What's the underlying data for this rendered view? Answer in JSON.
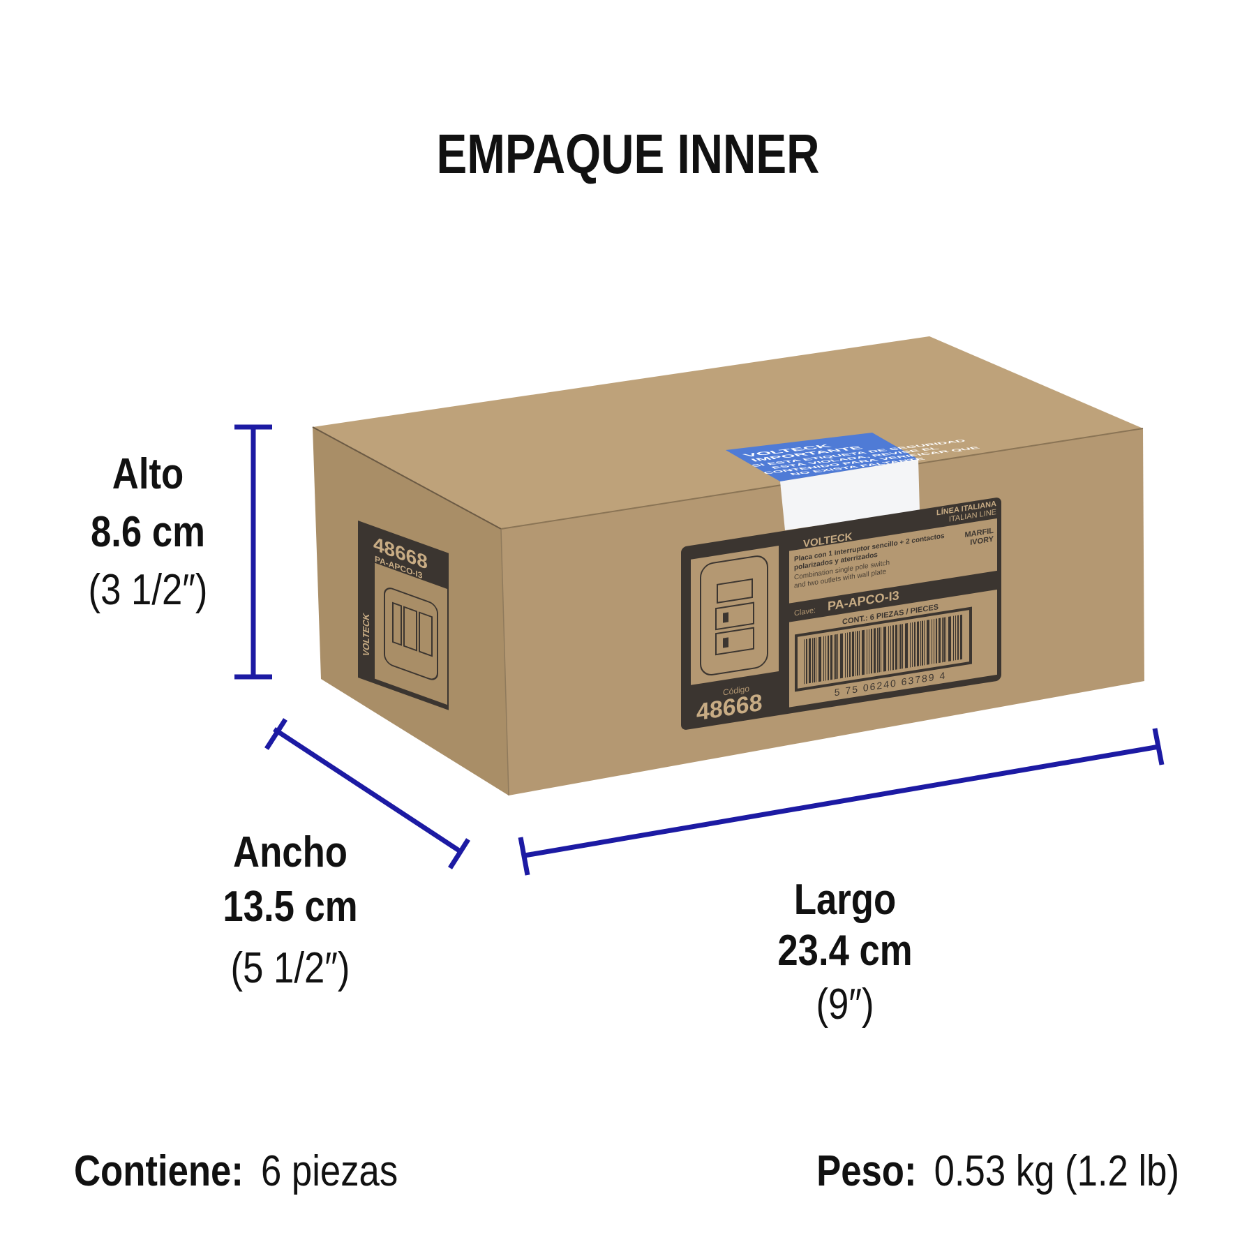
{
  "title": "EMPAQUE INNER",
  "colors": {
    "dimension_line": "#1c1aa3",
    "cardboard_front": "#b69a72",
    "cardboard_top": "#bea27a",
    "cardboard_side": "#a88d66",
    "print_dark": "#3b3530",
    "sticker_blue": "#4f7bd6"
  },
  "dimensions": {
    "alto": {
      "label": "Alto",
      "metric": "8.6 cm",
      "imperial": "(3 1/2″)"
    },
    "ancho": {
      "label": "Ancho",
      "metric": "13.5 cm",
      "imperial": "(5 1/2″)"
    },
    "largo": {
      "label": "Largo",
      "metric": "23.4 cm",
      "imperial": "(9″)"
    }
  },
  "footer": {
    "contents_label": "Contiene:",
    "contents_value": "6 piezas",
    "weight_label": "Peso:",
    "weight_value": "0.53 kg (1.2 lb)"
  },
  "box_label": {
    "brand": "VOLTECK",
    "line_es": "LÍNEA ITALIANA",
    "line_en": "ITALIAN LINE",
    "desc_es_1": "Placa con 1 interruptor sencillo + 2 contactos",
    "desc_es_2": "polarizados y aterrizados",
    "desc_en_1": "Combination single pole switch",
    "desc_en_2": "and two outlets with wall plate",
    "color_es": "MARFIL",
    "color_en": "IVORY",
    "clave_label": "Clave:",
    "clave_value": "PA-APCO-I3",
    "contents": "CONT.: 6 PIEZAS / PIECES",
    "barcode_digits": "5 75 06240 63789 4",
    "codigo_label": "Código",
    "codigo_value": "48668"
  },
  "side_label": {
    "code": "48668",
    "model": "PA-APCO-I3",
    "brand": "VOLTECK"
  },
  "sticker": {
    "brand": "VOLTECK",
    "heading": "IMPORTANTE",
    "line1": "SI ESTA ETIQUETA DE SEGURIDAD",
    "line2": "ESTÁ VIOLADA, REVISE EL",
    "line3": "CONTENIDO PARA VERIFICAR QUE",
    "line4": "NO EXISTA FALTANTE"
  }
}
